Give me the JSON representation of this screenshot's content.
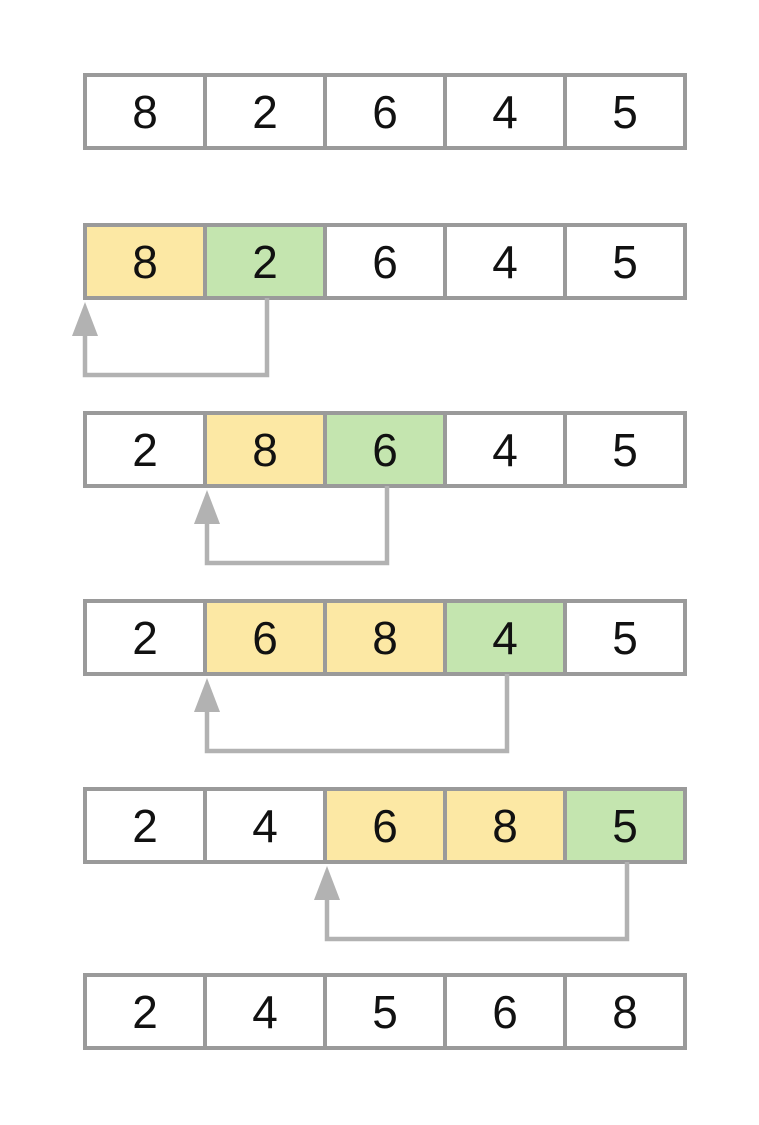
{
  "colors": {
    "background": "#ffffff",
    "cell_border": "#9a9a9a",
    "shifted_cell_bg": "#fce8a4",
    "key_cell_bg": "#c4e5af",
    "arrow": "#b2b2b2",
    "digit_text": "#111111"
  },
  "steps": [
    {
      "cells": [
        {
          "value": "8",
          "state": "plain"
        },
        {
          "value": "2",
          "state": "plain"
        },
        {
          "value": "6",
          "state": "plain"
        },
        {
          "value": "4",
          "state": "plain"
        },
        {
          "value": "5",
          "state": "plain"
        }
      ]
    },
    {
      "cells": [
        {
          "value": "8",
          "state": "shifted"
        },
        {
          "value": "2",
          "state": "key"
        },
        {
          "value": "6",
          "state": "plain"
        },
        {
          "value": "4",
          "state": "plain"
        },
        {
          "value": "5",
          "state": "plain"
        }
      ]
    },
    {
      "cells": [
        {
          "value": "2",
          "state": "plain"
        },
        {
          "value": "8",
          "state": "shifted"
        },
        {
          "value": "6",
          "state": "key"
        },
        {
          "value": "4",
          "state": "plain"
        },
        {
          "value": "5",
          "state": "plain"
        }
      ]
    },
    {
      "cells": [
        {
          "value": "2",
          "state": "plain"
        },
        {
          "value": "6",
          "state": "shifted"
        },
        {
          "value": "8",
          "state": "shifted"
        },
        {
          "value": "4",
          "state": "key"
        },
        {
          "value": "5",
          "state": "plain"
        }
      ]
    },
    {
      "cells": [
        {
          "value": "2",
          "state": "plain"
        },
        {
          "value": "4",
          "state": "plain"
        },
        {
          "value": "6",
          "state": "shifted"
        },
        {
          "value": "8",
          "state": "shifted"
        },
        {
          "value": "5",
          "state": "key"
        }
      ]
    },
    {
      "cells": [
        {
          "value": "2",
          "state": "plain"
        },
        {
          "value": "4",
          "state": "plain"
        },
        {
          "value": "5",
          "state": "plain"
        },
        {
          "value": "6",
          "state": "plain"
        },
        {
          "value": "8",
          "state": "plain"
        }
      ]
    }
  ],
  "arrows": [
    {
      "step_index": 1,
      "from_index": 1,
      "to_index": 0
    },
    {
      "step_index": 2,
      "from_index": 2,
      "to_index": 1
    },
    {
      "step_index": 3,
      "from_index": 3,
      "to_index": 1
    },
    {
      "step_index": 4,
      "from_index": 4,
      "to_index": 2
    }
  ]
}
